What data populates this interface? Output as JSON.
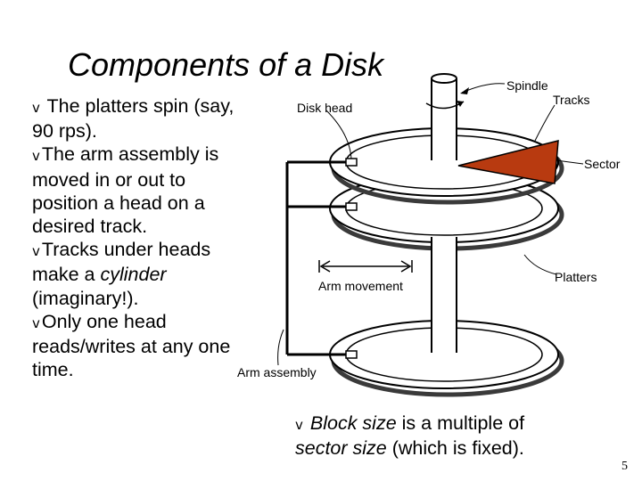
{
  "slide": {
    "title": "Components of a Disk",
    "page_number": "5"
  },
  "bullets": [
    {
      "mark": "v",
      "text_a": " The platters spin (say, 90 rps)."
    },
    {
      "mark": "v",
      "text_a": "The arm assembly is moved in or out to position  a head on a desired track."
    },
    {
      "mark": "v",
      "text_a": "Tracks under heads make a ",
      "em": "cylinder",
      "text_b": " (imaginary!)."
    },
    {
      "mark": "v",
      "text_a": "Only one head reads/writes at any one time."
    }
  ],
  "note": {
    "mark": "v",
    "em1": "Block size",
    "text1": " is a multiple of ",
    "em2": "sector size",
    "text2": " (which is fixed)."
  },
  "diagram_labels": {
    "spindle": "Spindle",
    "tracks": "Tracks",
    "disk_head": "Disk head",
    "sector": "Sector",
    "platters": "Platters",
    "arm_movement": "Arm movement",
    "arm_assembly": "Arm assembly"
  },
  "colors": {
    "sector": "#b83a10",
    "platter_shadow": "#3a3a3a"
  }
}
